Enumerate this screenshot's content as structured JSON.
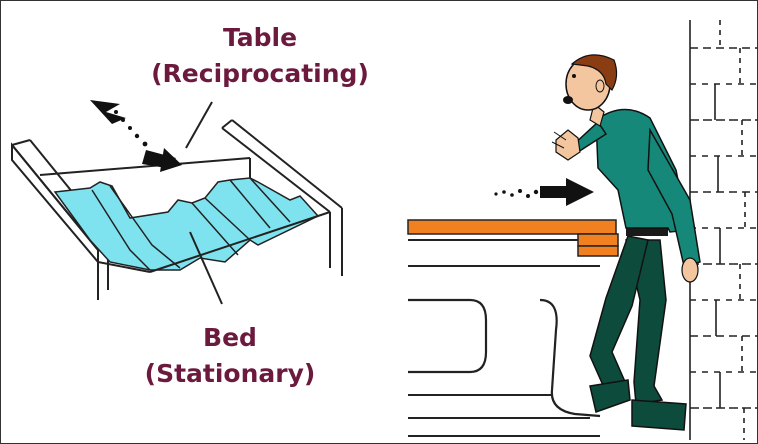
{
  "labels": {
    "table_title": "Table",
    "table_sub": "(Reciprocating)",
    "bed_title": "Bed",
    "bed_sub": "(Stationary)"
  },
  "colors": {
    "label_text": "#6b1a3e",
    "bed_surface": "#7fe3ef",
    "table_top": "#f08020",
    "shirt": "#16887a",
    "pants": "#0d4b3c",
    "hair": "#8a3c12",
    "skin": "#f4c6a0"
  },
  "icons": {
    "left_motion_arrow": "motion-arrow-icon",
    "right_motion_arrow": "motion-arrow-icon",
    "man_figure": "startled-man-illustration",
    "brick_wall": "brick-wall-illustration"
  }
}
